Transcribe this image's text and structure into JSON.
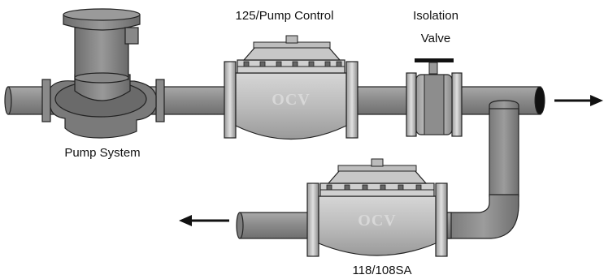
{
  "labels": {
    "pump_control": "125/Pump Control",
    "isolation_line1": "Isolation",
    "isolation_line2": "Valve",
    "pump_system": "Pump System",
    "bottom_valve": "118/108SA"
  },
  "valve_logo": "OCV",
  "colors": {
    "pipe": "#8a8a8a",
    "valve_body": "#bdbdbd",
    "pump": "#7d7d7d",
    "outline": "#111111"
  },
  "icons": {
    "outlet_right": "arrow-right-icon",
    "outlet_left": "arrow-left-icon"
  }
}
